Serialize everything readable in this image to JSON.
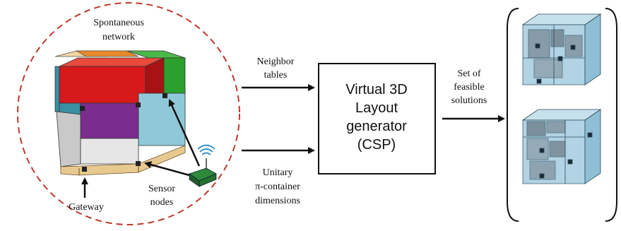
{
  "labels": {
    "spontaneous_line1": "Spontaneous",
    "spontaneous_line2": "network",
    "neighbor_line1": "Neighbor",
    "neighbor_line2": "tables",
    "generator_line1": "Virtual 3D",
    "generator_line2": "Layout",
    "generator_line3": "generator",
    "generator_line4": "(CSP)",
    "set_line1": "Set of",
    "set_line2": "feasible",
    "set_line3": "solutions",
    "unitary_line1": "Unitary",
    "unitary_line2": "π-container",
    "unitary_line3": "dimensions",
    "sensor_line1": "Sensor",
    "sensor_line2": "nodes",
    "gateway": "Gateway"
  },
  "colors": {
    "network_circle": "#c0392b",
    "block_red": "#d7191c",
    "block_green": "#2ca02c",
    "block_teal": "#3a8fa3",
    "block_purple": "#7b2d8e",
    "block_light_blue": "#8fc9d9",
    "block_grey": "#d9d9d9",
    "block_orange": "#e8892a",
    "pallet_wood": "#e7c98f",
    "solution_blue": "#a9cfe0"
  },
  "icons": [
    "wireless-signal-icon",
    "sensor-node-icon"
  ]
}
